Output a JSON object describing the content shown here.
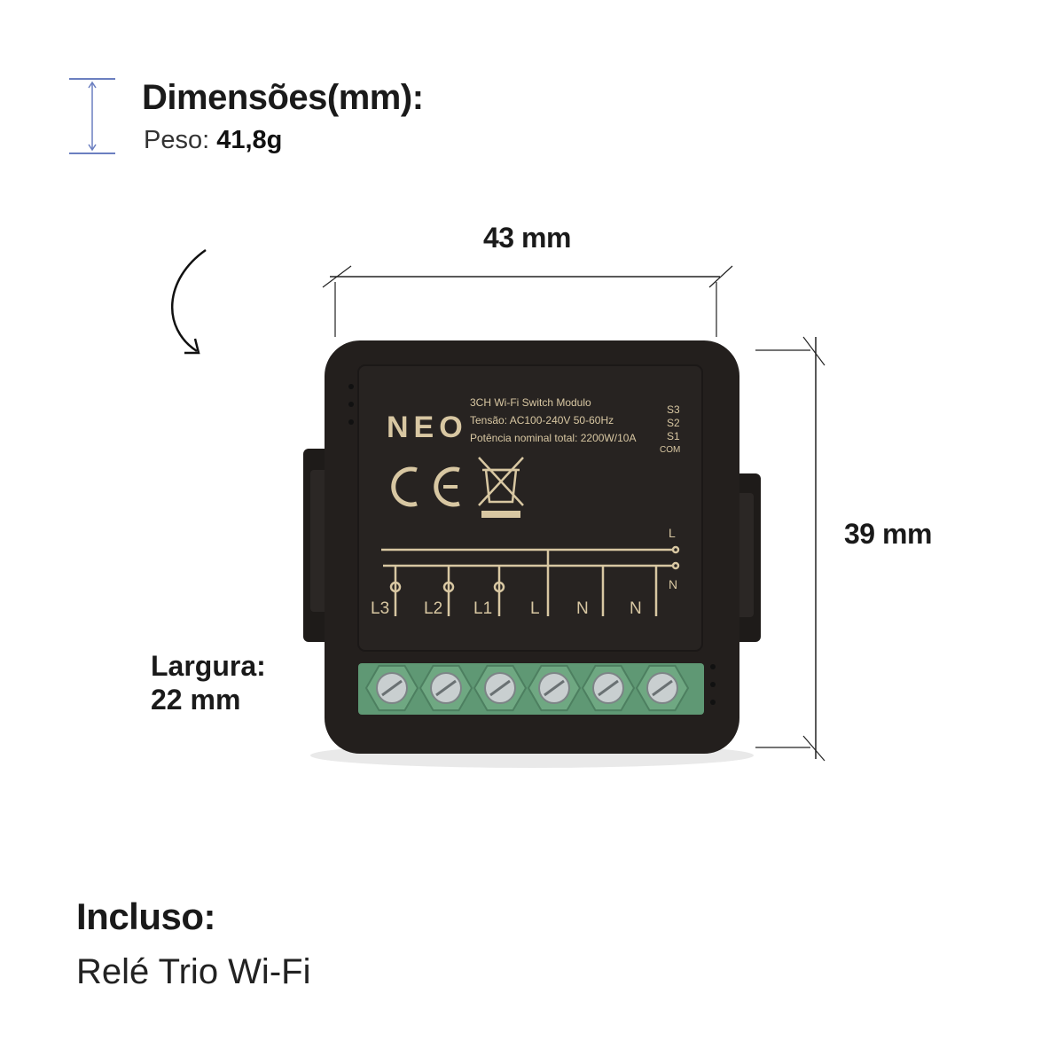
{
  "header": {
    "title": "Dimensões(mm):",
    "weight_label": "Peso:",
    "weight_value": "41,8g"
  },
  "dimensions": {
    "length": "43 mm",
    "height": "39 mm",
    "width_label": "Largura:",
    "width_value": "22 mm"
  },
  "device": {
    "logo": "NEO",
    "model_line": "3CH Wi-Fi Switch Modulo",
    "voltage_line": "Tensão: AC100-240V 50-60Hz",
    "power_line": "Potência nominal total: 2200W/10A",
    "side_labels": [
      "S3",
      "S2",
      "S1",
      "COM"
    ],
    "wire_labels": [
      "L3",
      "L2",
      "L1",
      "L",
      "N",
      "N"
    ],
    "right_labels": [
      "L",
      "N"
    ],
    "terminal_count": 6,
    "body_color": "#231f1d",
    "terminal_color": "#6fa882"
  },
  "included": {
    "title": "Incluso:",
    "item": "Relé Trio Wi-Fi"
  }
}
